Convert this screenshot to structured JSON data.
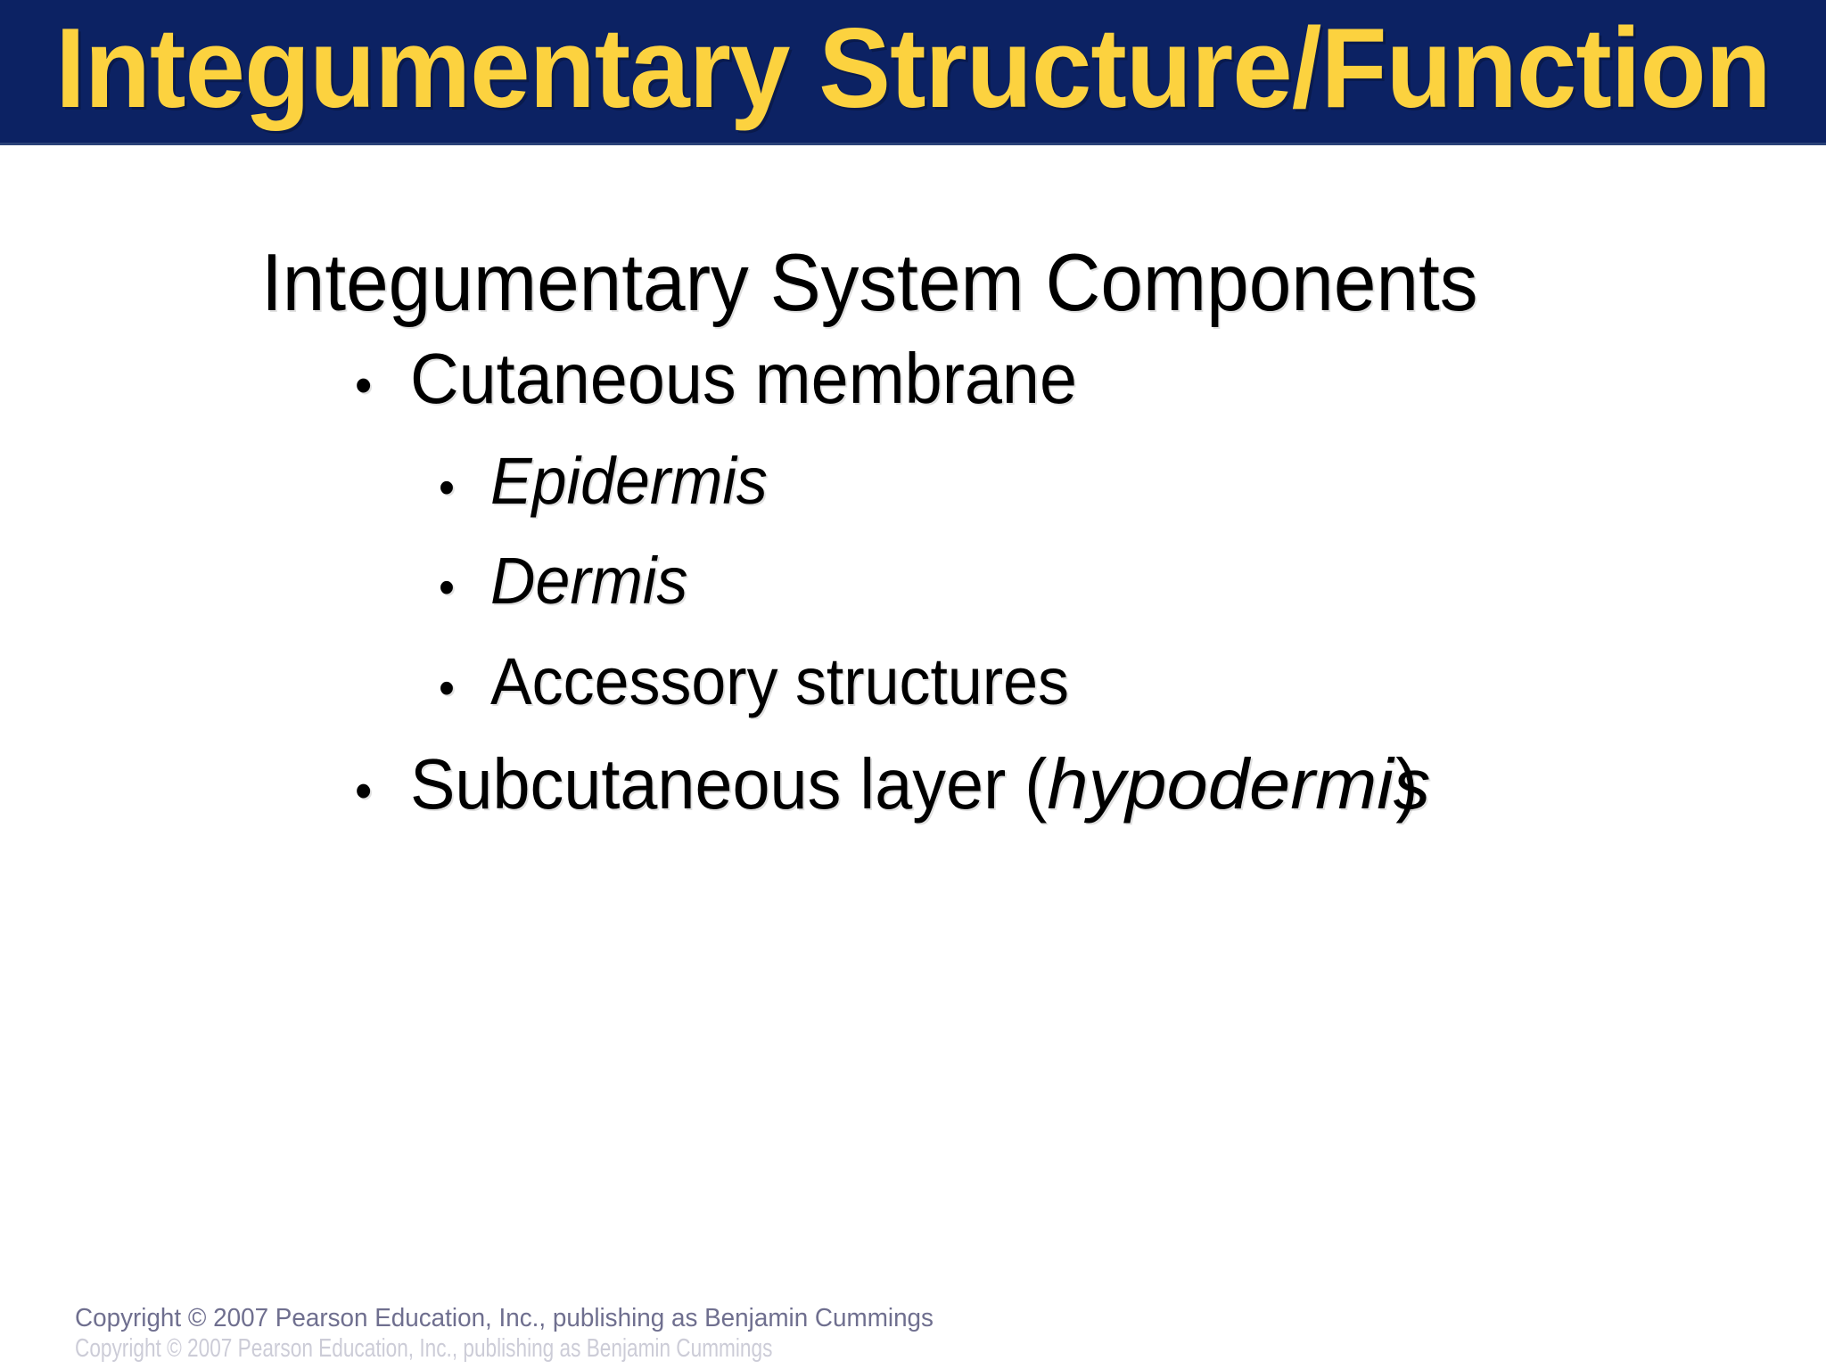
{
  "slide": {
    "title": "Integumentary Structure/Function",
    "title_bar_color": "#0c2263",
    "title_text_color": "#fcd23f",
    "background_color": "#ffffff",
    "body_text_color": "#000000"
  },
  "content": {
    "heading": "Integumentary System Components",
    "bullets": [
      {
        "level": 1,
        "marker": "•",
        "text": "Cutaneous membrane",
        "italic": false
      },
      {
        "level": 2,
        "marker": "•",
        "text": "Epidermis",
        "italic": true
      },
      {
        "level": 2,
        "marker": "•",
        "text": "Dermis",
        "italic": true
      },
      {
        "level": 2,
        "marker": "•",
        "text": "Accessory structures",
        "italic": false
      },
      {
        "level": 1,
        "marker": "•",
        "text_prefix": "Subcutaneous layer (",
        "text_italic": "hypodermis",
        "text_suffix": ")",
        "italic": false
      }
    ]
  },
  "footer": {
    "copyright": "Copyright © 2007 Pearson Education, Inc., publishing as Benjamin Cummings",
    "copyright_color": "#6f6f8f"
  }
}
